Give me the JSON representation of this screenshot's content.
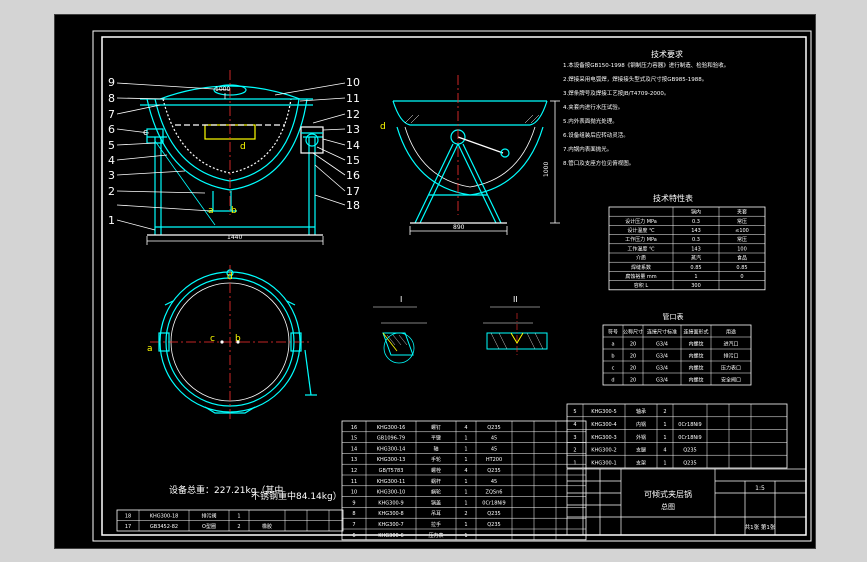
{
  "colors": {
    "background": "#d4d4d4",
    "viewport": "#000000",
    "border": "#ffffff",
    "geometry": "#00ffff",
    "dimension": "#ffffff",
    "hatch": "#ffffff",
    "center_line": "#ff3030",
    "frame_blue": "#3c78ff",
    "yellow": "#ffff00",
    "green": "#00ff00",
    "magenta": "#ff00ff"
  },
  "callouts": {
    "left": [
      "9",
      "8",
      "7",
      "6",
      "5",
      "4",
      "3",
      "2",
      "1"
    ],
    "right": [
      "10",
      "11",
      "12",
      "13",
      "14",
      "15",
      "16",
      "17",
      "18"
    ]
  },
  "front_view": {
    "width_dim": "1440",
    "depth_dim": "1000",
    "ports": [
      "c",
      "d",
      "a",
      "b"
    ]
  },
  "side_view": {
    "height_dim": "1000",
    "base_dim": "890",
    "port": "d"
  },
  "top_view": {
    "ports": [
      "a",
      "b",
      "c",
      "d"
    ]
  },
  "weld_details": {
    "detail_i": {
      "title": "I"
    },
    "detail_ii": {
      "title": "II"
    }
  },
  "tech_requirements": {
    "title": "技术要求",
    "lines": [
      "1.本设备按GB150-1998《钢制压力容器》进行制造、检验和验收。",
      "2.焊接采用电弧焊，焊接接头型式及尺寸按GB985-1988。",
      "3.焊条牌号及焊接工艺按JB/T4709-2000。",
      "4.夹套内进行水压试验。",
      "5.内外表面抛光处理。",
      "6.设备组装后应转动灵活。",
      "7.内锅内表面抛光。",
      "8.管口及支座方位见俯视图。"
    ]
  },
  "tech_spec": {
    "title": "技术特性表",
    "rows": [
      [
        "",
        "锅内",
        "夹套"
      ],
      [
        "设计压力 MPa",
        "0.3",
        "常压"
      ],
      [
        "设计温度 ℃",
        "143",
        "≤100"
      ],
      [
        "工作压力 MPa",
        "0.3",
        "常压"
      ],
      [
        "工作温度 ℃",
        "143",
        "100"
      ],
      [
        "介质",
        "蒸汽",
        "食品"
      ],
      [
        "焊缝系数",
        "0.85",
        "0.85"
      ],
      [
        "腐蚀裕量 mm",
        "1",
        "0"
      ],
      [
        "容积 L",
        "300",
        ""
      ]
    ]
  },
  "nozzle_table": {
    "title": "管口表",
    "headers": [
      "符号",
      "公称尺寸",
      "连接尺寸标准",
      "连接面形式",
      "用途"
    ],
    "rows": [
      [
        "a",
        "20",
        "G3/4",
        "内螺纹",
        "进汽口"
      ],
      [
        "b",
        "20",
        "G3/4",
        "内螺纹",
        "排污口"
      ],
      [
        "c",
        "20",
        "G3/4",
        "内螺纹",
        "压力表口"
      ],
      [
        "d",
        "20",
        "G3/4",
        "内螺纹",
        "安全阀口"
      ]
    ]
  },
  "parts_list_right": {
    "rows": [
      [
        "5",
        "KHG300-5",
        "轴承",
        "2",
        "",
        "",
        "",
        ""
      ],
      [
        "4",
        "KHG300-4",
        "内锅",
        "1",
        "0Cr18Ni9",
        "",
        "",
        ""
      ],
      [
        "3",
        "KHG300-3",
        "外锅",
        "1",
        "0Cr18Ni9",
        "",
        "",
        ""
      ],
      [
        "2",
        "KHG300-2",
        "支腿",
        "4",
        "Q235",
        "",
        "",
        ""
      ],
      [
        "1",
        "KHG300-1",
        "支架",
        "1",
        "Q235",
        "",
        "",
        ""
      ]
    ]
  },
  "parts_list_center": {
    "rows": [
      [
        "16",
        "KHG300-16",
        "螺钉",
        "4",
        "Q235",
        "",
        "",
        ""
      ],
      [
        "15",
        "GB1096-79",
        "平键",
        "1",
        "45",
        "",
        "",
        ""
      ],
      [
        "14",
        "KHG300-14",
        "轴",
        "1",
        "45",
        "",
        "",
        ""
      ],
      [
        "13",
        "KHG300-13",
        "手轮",
        "1",
        "HT200",
        "",
        "",
        ""
      ],
      [
        "12",
        "GB/T5783",
        "螺栓",
        "4",
        "Q235",
        "",
        "",
        ""
      ],
      [
        "11",
        "KHG300-11",
        "蜗杆",
        "1",
        "45",
        "",
        "",
        ""
      ],
      [
        "10",
        "KHG300-10",
        "蜗轮",
        "1",
        "ZQSn6",
        "",
        "",
        ""
      ],
      [
        "9",
        "KHG300-9",
        "锅盖",
        "1",
        "0Cr18Ni9",
        "",
        "",
        ""
      ],
      [
        "8",
        "KHG300-8",
        "吊耳",
        "2",
        "Q235",
        "",
        "",
        ""
      ],
      [
        "7",
        "KHG300-7",
        "拉手",
        "1",
        "Q235",
        "",
        "",
        ""
      ],
      [
        "6",
        "KHG300-6",
        "压力表",
        "1",
        "",
        "",
        "",
        ""
      ]
    ]
  },
  "parts_list_left": {
    "rows": [
      [
        "18",
        "KHG300-18",
        "排污阀",
        "1",
        "",
        "",
        "",
        ""
      ],
      [
        "17",
        "GB3452-82",
        "O型圈",
        "2",
        "橡胶",
        "",
        "",
        ""
      ]
    ]
  },
  "weight_note": "设备总重：227.21kg（其中",
  "weight_note_b": "不锈钢重中84.14kg）",
  "title_block": {
    "name": "可倾式夹层锅",
    "subtitle": "总图",
    "scale": "1:5",
    "sheet": "共1张 第1张"
  }
}
